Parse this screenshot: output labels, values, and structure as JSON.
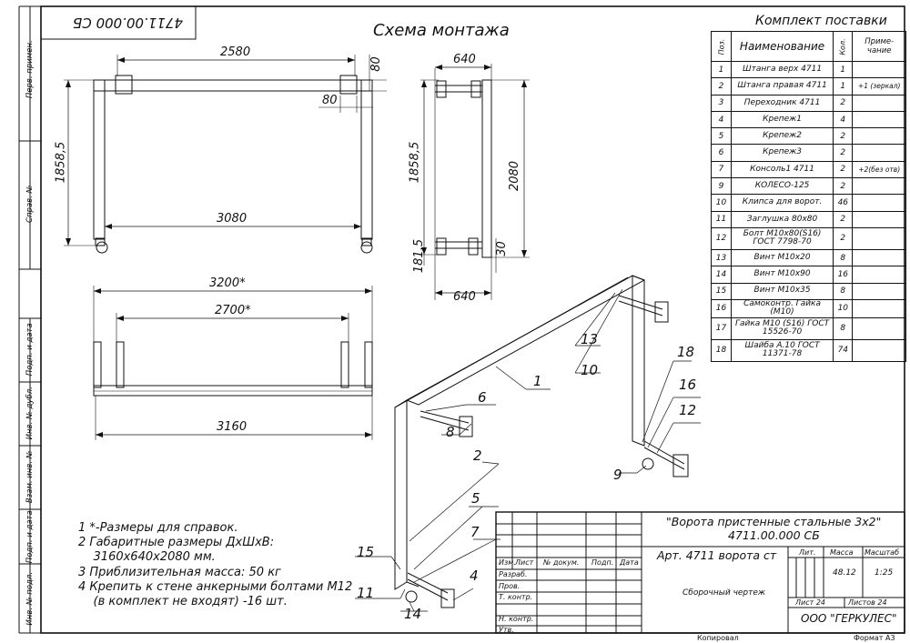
{
  "drawing_code_stamp": "4711.00.000 СБ",
  "scheme_title": "Схема монтажа",
  "side_stamps": {
    "perv_primen": "Перв. примен.",
    "sprav_no": "Справ. №",
    "podp_data_1": "Подп. и дата",
    "inv_dubl": "Инв. № дубл.",
    "vzam_inv": "Взам. инв. №",
    "podp_data_2": "Подп. и дата",
    "inv_podl": "Инв. № подл."
  },
  "dimensions": {
    "front_width": "2580",
    "front_inner": "3080",
    "front_height": "1858,5",
    "corner_80_v": "80",
    "corner_80_h": "80",
    "side_top": "640",
    "side_height": "1858,5",
    "side_total": "2080",
    "side_bottom": "181,5",
    "side_30": "30",
    "side_bottom_w": "640",
    "plan_total": "3200*",
    "plan_inner": "2700*",
    "plan_bottom": "3160"
  },
  "spec_table": {
    "title": "Комплект поставки",
    "headers": [
      "Поз.",
      "Наименование",
      "Кол.",
      "Приме-\nчание"
    ],
    "rows": [
      {
        "pos": "1",
        "name": "Штанга верх 4711",
        "qty": "1",
        "note": ""
      },
      {
        "pos": "2",
        "name": "Штанга правая 4711",
        "qty": "1",
        "note": "+1 (зеркал)"
      },
      {
        "pos": "3",
        "name": "Переходник 4711",
        "qty": "2",
        "note": ""
      },
      {
        "pos": "4",
        "name": "Крепеж1",
        "qty": "4",
        "note": ""
      },
      {
        "pos": "5",
        "name": "Крепеж2",
        "qty": "2",
        "note": ""
      },
      {
        "pos": "6",
        "name": "Крепеж3",
        "qty": "2",
        "note": ""
      },
      {
        "pos": "7",
        "name": "Консоль1 4711",
        "qty": "2",
        "note": "+2(без отв)"
      },
      {
        "pos": "9",
        "name": "КОЛЕСО-125",
        "qty": "2",
        "note": ""
      },
      {
        "pos": "10",
        "name": "Клипса для ворот.",
        "qty": "46",
        "note": ""
      },
      {
        "pos": "11",
        "name": "Заглушка 80x80",
        "qty": "2",
        "note": ""
      },
      {
        "pos": "12",
        "name": "Болт М10x80(S16) ГОСТ 7798-70",
        "qty": "2",
        "note": ""
      },
      {
        "pos": "13",
        "name": "Винт М10x20",
        "qty": "8",
        "note": ""
      },
      {
        "pos": "14",
        "name": "Винт М10x90",
        "qty": "16",
        "note": ""
      },
      {
        "pos": "15",
        "name": "Винт М10x35",
        "qty": "8",
        "note": ""
      },
      {
        "pos": "16",
        "name": "Самоконтр. Гайка (М10)",
        "qty": "10",
        "note": ""
      },
      {
        "pos": "17",
        "name": "Гайка М10 (S16) ГОСТ 15526-70",
        "qty": "8",
        "note": ""
      },
      {
        "pos": "18",
        "name": "Шайба А.10 ГОСТ 11371-78",
        "qty": "74",
        "note": ""
      }
    ]
  },
  "balloons": [
    "1",
    "2",
    "4",
    "5",
    "6",
    "7",
    "8",
    "9",
    "10",
    "11",
    "12",
    "13",
    "14",
    "15",
    "16",
    "18"
  ],
  "notes": [
    "1  *-Размеры для справок.",
    "2  Габаритные размеры ДхШхВ:",
    "    3160х640х2080 мм.",
    "3  Приблизительная масса: 50 кг",
    "4  Крепить к стене анкерными болтами М12",
    "    (в комплект не входят) -16 шт."
  ],
  "title_block": {
    "name_line1": "\"Ворота пристенные стальные 3х2\"",
    "name_line2": "4711.00.000 СБ",
    "article": "Арт. 4711 ворота ст",
    "doc_type": "Сборочный чертеж",
    "company": "ООО \"ГЕРКУЛЕС\"",
    "col_izm": "Изм.",
    "col_list": "Лист",
    "col_doc": "№ докум.",
    "col_podp": "Подп.",
    "col_data": "Дата",
    "razrab": "Разраб.",
    "prov": "Пров.",
    "t_kontr": "Т. контр.",
    "n_kontr": "Н. контр.",
    "utv": "Утв.",
    "lit": "Лит.",
    "massa": "Масса",
    "masshtab": "Масштаб",
    "mass_value": "48.12",
    "scale_value": "1:25",
    "list": "Лист 24",
    "listov": "Листов 24"
  },
  "footer": {
    "kopiroval": "Копировал",
    "format": "Формат А3"
  }
}
